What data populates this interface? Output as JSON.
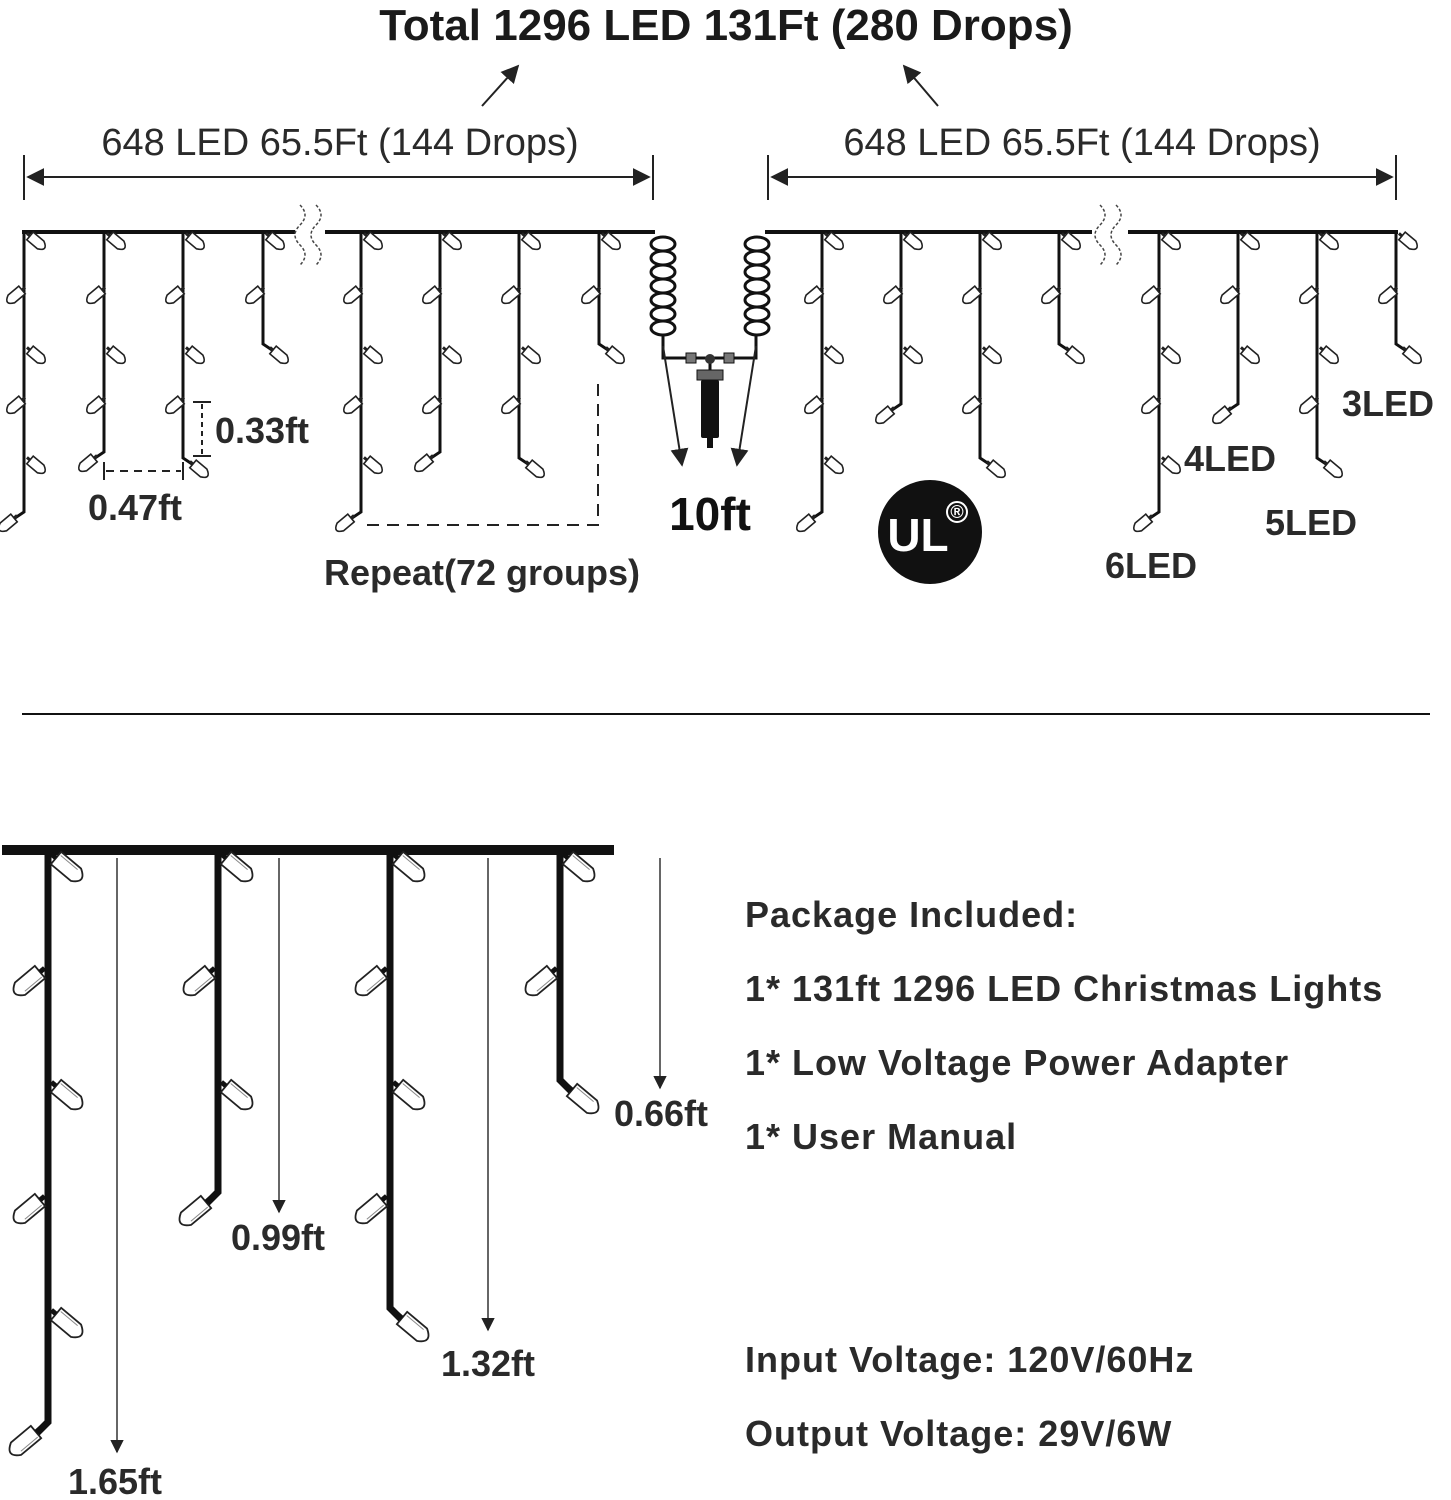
{
  "title": "Total 1296 LED 131Ft (280 Drops)",
  "left_segment": "648 LED 65.5Ft (144 Drops)",
  "right_segment": "648 LED 65.5Ft (144 Drops)",
  "spacing_vertical": "0.33ft",
  "spacing_horizontal": "0.47ft",
  "repeat_label": "Repeat(72 groups)",
  "lead_length": "10ft",
  "cert_logo": "UL",
  "cert_mark": "®",
  "drop_labels": {
    "six": "6LED",
    "five": "5LED",
    "four": "4LED",
    "three": "3LED"
  },
  "drop_lengths": {
    "d165": "1.65ft",
    "d099": "0.99ft",
    "d132": "1.32ft",
    "d066": "0.66ft"
  },
  "package": {
    "heading": "Package Included:",
    "items": [
      "1* 131ft 1296 LED Christmas Lights",
      "1* Low Voltage Power Adapter",
      "1* User Manual"
    ]
  },
  "specs": {
    "input": "Input Voltage: 120V/60Hz",
    "output": "Output Voltage: 29V/6W"
  },
  "colors": {
    "wire": "#111111",
    "bulb_fill": "#ffffff",
    "logo_bg": "#111111"
  }
}
